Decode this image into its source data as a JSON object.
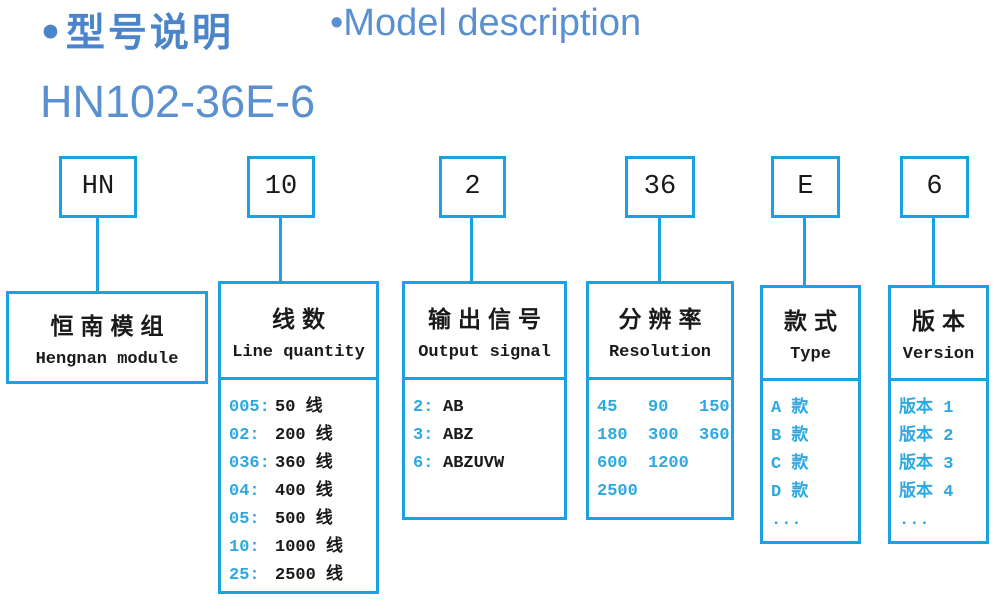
{
  "header": {
    "title_cn": "•型号说明",
    "title_en": "•Model description",
    "model_number": "HN102-36E-6"
  },
  "colors": {
    "box_border": "#1aa2e0",
    "blue_text": "#2fa8e1",
    "title_blue": "#5b90d0",
    "black_text": "#1a1a1a"
  },
  "columns": [
    {
      "code": "HN",
      "name_cn": "恒南模组",
      "name_en": "Hengnan module",
      "options": []
    },
    {
      "code": "10",
      "name_cn": "线数",
      "name_en": "Line quantity",
      "options": [
        {
          "key": "005:",
          "text": "50 线"
        },
        {
          "key": "02:",
          "text": "200 线"
        },
        {
          "key": "036:",
          "text": "360 线"
        },
        {
          "key": "04:",
          "text": "400 线"
        },
        {
          "key": "05:",
          "text": "500 线"
        },
        {
          "key": "10:",
          "text": "1000 线"
        },
        {
          "key": "25:",
          "text": "2500 线"
        }
      ]
    },
    {
      "code": "2",
      "name_cn": "输出信号",
      "name_en": "Output signal",
      "options": [
        {
          "key": "2:",
          "text": "AB"
        },
        {
          "key": "3:",
          "text": "ABZ"
        },
        {
          "key": "6:",
          "text": "ABZUVW"
        }
      ]
    },
    {
      "code": "36",
      "name_cn": "分辨率",
      "name_en": "Resolution",
      "options": [
        {
          "key": "45   90   150",
          "text": ""
        },
        {
          "key": "180  300  360",
          "text": ""
        },
        {
          "key": "600  1200",
          "text": ""
        },
        {
          "key": "2500",
          "text": ""
        }
      ]
    },
    {
      "code": "E",
      "name_cn": "款式",
      "name_en": "Type",
      "options": [
        {
          "key": "A 款",
          "text": ""
        },
        {
          "key": "B 款",
          "text": ""
        },
        {
          "key": "C 款",
          "text": ""
        },
        {
          "key": "D 款",
          "text": ""
        },
        {
          "key": "...",
          "text": ""
        }
      ]
    },
    {
      "code": "6",
      "name_cn": "版本",
      "name_en": "Version",
      "options": [
        {
          "key": "版本 1",
          "text": ""
        },
        {
          "key": "版本 2",
          "text": ""
        },
        {
          "key": "版本 3",
          "text": ""
        },
        {
          "key": "版本 4",
          "text": ""
        },
        {
          "key": "...",
          "text": ""
        }
      ]
    }
  ]
}
